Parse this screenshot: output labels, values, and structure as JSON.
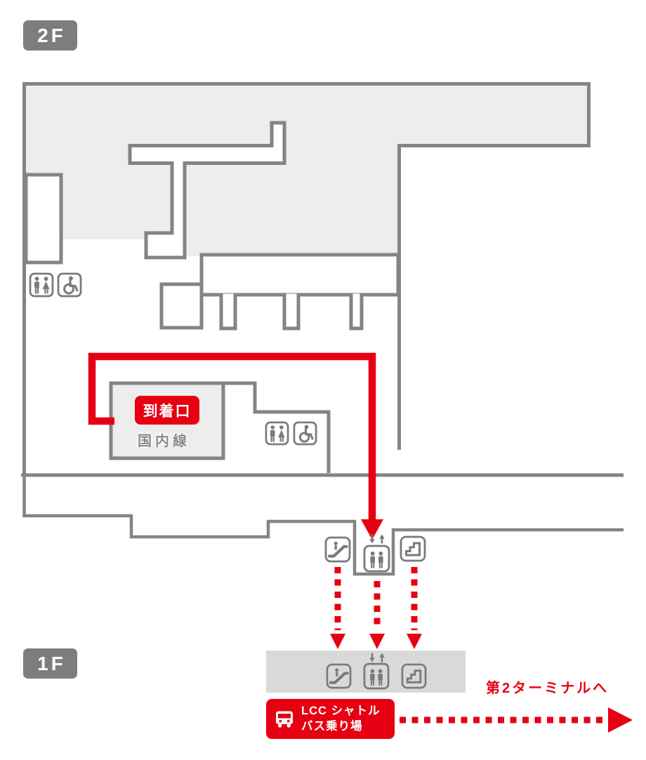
{
  "colors": {
    "accent_red": "#e60012",
    "wall_gray": "#848484",
    "area_fill": "#ededed",
    "badge_gray": "#7d7d7d",
    "band_gray": "#d9d9d9",
    "icon_gray": "#7a7a7a",
    "text_gray": "#8a8a8a"
  },
  "floor_badges": {
    "upper": "2F",
    "lower": "1F"
  },
  "arrival": {
    "gate_label": "到着口",
    "line_label": "国内線"
  },
  "lcc": {
    "line1": "LCC シャトル",
    "line2": "バス乗り場"
  },
  "terminal2": {
    "label": "第2ターミナルへ"
  },
  "icons": {
    "toilet": "toilet-icon",
    "wheelchair": "wheelchair-icon",
    "escalator": "escalator-icon",
    "elevator": "elevator-icon",
    "elevator_arrows": "elevator-updown-arrows-icon",
    "stairs": "stairs-icon",
    "bus": "bus-icon"
  }
}
